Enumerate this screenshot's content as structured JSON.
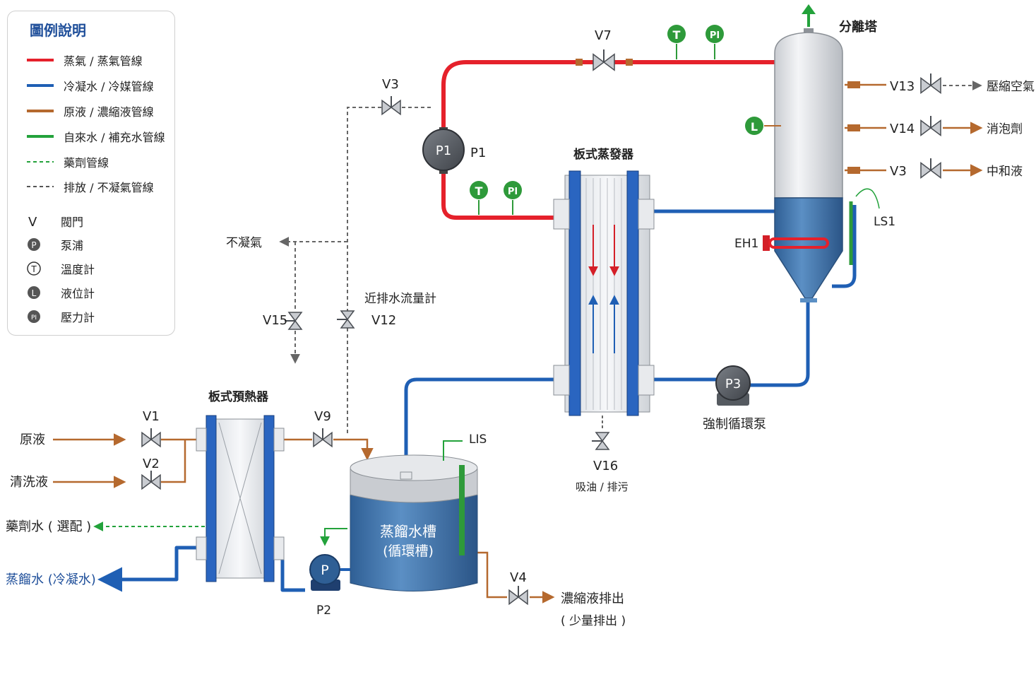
{
  "legend": {
    "title": "圖例說明",
    "lines": [
      {
        "label": "蒸氣 / 蒸氣管線",
        "color": "#e5212b",
        "style": "solid"
      },
      {
        "label": "冷凝水 / 冷媒管線",
        "color": "#1f5fb4",
        "style": "solid"
      },
      {
        "label": "原液 / 濃縮液管線",
        "color": "#b5692e",
        "style": "solid"
      },
      {
        "label": "自來水 / 補充水管線",
        "color": "#23a23b",
        "style": "solid"
      },
      {
        "label": "藥劑管線",
        "color": "#23a23b",
        "style": "dashed"
      },
      {
        "label": "排放 / 不凝氣管線",
        "color": "#555555",
        "style": "dashed"
      }
    ],
    "symbols": [
      {
        "symbol": "V",
        "label": "閥門"
      },
      {
        "symbol": "P",
        "label": "泵浦"
      },
      {
        "symbol": "T",
        "label": "溫度計"
      },
      {
        "symbol": "L",
        "label": "液位計"
      },
      {
        "symbol": "PI",
        "label": "壓力計"
      }
    ]
  },
  "colors": {
    "steam": "#e5212b",
    "water": "#1f5fb4",
    "liquid": "#b5692e",
    "green": "#23a23b",
    "drain": "#666666",
    "instrument": "#2e9a3a"
  },
  "equipment": {
    "separator": "分離塔",
    "evaporator": "板式蒸發器",
    "preheater": "板式預熱器",
    "tank_line1": "蒸餾水槽",
    "tank_line2": "(循環槽)",
    "forced_pump": "強制循環泵",
    "p1": "P1",
    "p1_tag": "P1",
    "p2": "P",
    "p2_tag": "P2",
    "p3": "P3",
    "eh1": "EH1",
    "ls1": "LS1",
    "lis": "LIS"
  },
  "valves": {
    "v1": "V1",
    "v2": "V2",
    "v3_top": "V3",
    "v3_right": "V3",
    "v4": "V4",
    "v7": "V7",
    "v9": "V9",
    "v12": "V12",
    "v13": "V13",
    "v14": "V14",
    "v15": "V15",
    "v16": "V16"
  },
  "instruments": {
    "t": "T",
    "pi": "PI",
    "l": "L"
  },
  "streams": {
    "feed": "原液",
    "wash": "清洗液",
    "chem_water": "藥劑水 ( 選配 )",
    "distilled": "蒸餾水 (冷凝水)",
    "noncondensable": "不凝氣",
    "flowmeter": "近排水流量計",
    "concentrate_out": "濃縮液排出",
    "concentrate_note": "( 少量排出 )",
    "oil_line1": "V16",
    "oil_line2": "吸油 / 排污",
    "comp_air": "壓縮空氣",
    "defoamer": "消泡劑",
    "neutralizer": "中和液"
  }
}
